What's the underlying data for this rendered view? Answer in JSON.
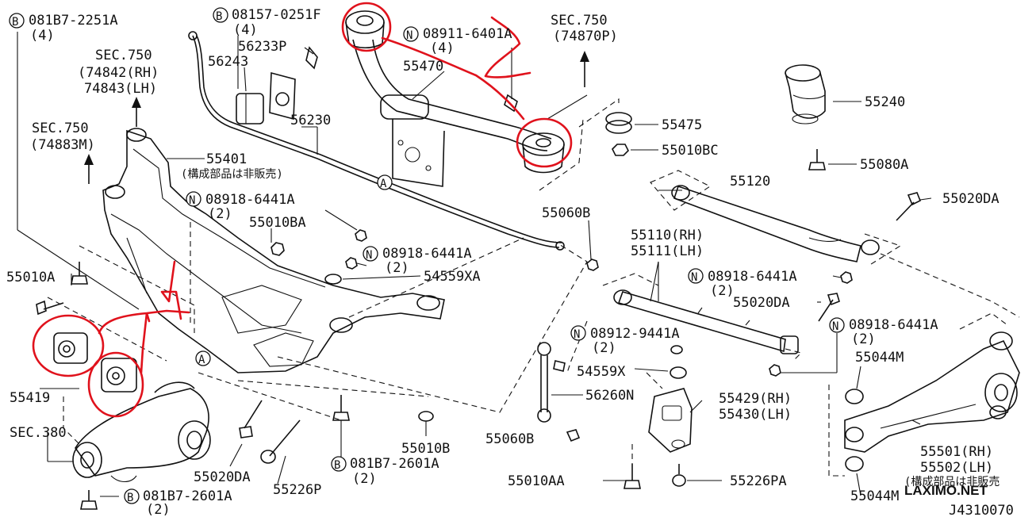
{
  "labels": {
    "b_081b7_2251a": "081B7-2251A",
    "b_081b7_2251a_qty": "(4)",
    "b_08157_0251f": "08157-0251F",
    "b_08157_0251f_qty": "(4)",
    "n_08911_6401a": "08911-6401A",
    "n_08911_6401a_qty": "(4)",
    "sec750_74870p_a": "SEC.750",
    "sec750_74870p_b": "(74870P)",
    "p56233p": "56233P",
    "p56243": "56243",
    "p55470": "55470",
    "sec750_rh_a": "SEC.750",
    "sec750_rh_b": "(74842(RH)",
    "sec750_rh_c": "74843(LH)",
    "sec750_74883m_a": "SEC.750",
    "sec750_74883m_b": "(74883M)",
    "p56230": "56230",
    "p55475": "55475",
    "p55010bc": "55010BC",
    "p55240": "55240",
    "p55080a": "55080A",
    "p55401": "55401",
    "p55401_note": "(構成部品は非販売)",
    "n_08918_6441a_1": "08918-6441A",
    "n_08918_6441a_1_qty": "(2)",
    "p55010ba": "55010BA",
    "p55120": "55120",
    "p55020da_top": "55020DA",
    "p55060b_top": "55060B",
    "p55110": "55110(RH)",
    "p55111": "55111(LH)",
    "n_08918_6441a_2": "08918-6441A",
    "n_08918_6441a_2_qty": "(2)",
    "p54559xa": "54559XA",
    "n_08918_6441a_3": "08918-6441A",
    "n_08918_6441a_3_qty": "(2)",
    "p55010a": "55010A",
    "p55020da_mid": "55020DA",
    "n_08912_9441a": "08912-9441A",
    "n_08912_9441a_qty": "(2)",
    "n_08918_6441a_4": "08918-6441A",
    "n_08918_6441a_4_qty": "(2)",
    "p54559x": "54559X",
    "p55044m_top": "55044M",
    "p55419": "55419",
    "p56260n": "56260N",
    "p55429": "55429(RH)",
    "p55430": "55430(LH)",
    "sec380": "SEC.380",
    "p55060b_bot": "55060B",
    "p55010b": "55010B",
    "p55501": "55501(RH)",
    "p55502": "55502(LH)",
    "p55502_note": "(構成部品は非販売",
    "p55020da_bot": "55020DA",
    "b_081b7_2601a_1": "081B7-2601A",
    "b_081b7_2601a_1_qty": "(2)",
    "p55226p": "55226P",
    "p55010aa": "55010AA",
    "p55226pa": "55226PA",
    "p55044m_bot": "55044M",
    "b_081b7_2601a_2": "081B7-2601A",
    "b_081b7_2601a_2_qty": "(2)",
    "ref_a": "A",
    "circ_b": "B",
    "circ_n": "N",
    "watermark": "LAXIMO.NET",
    "diagram_code": "J4310070"
  },
  "colors": {
    "line": "#111111",
    "highlight": "#e0121c",
    "background": "#ffffff"
  }
}
